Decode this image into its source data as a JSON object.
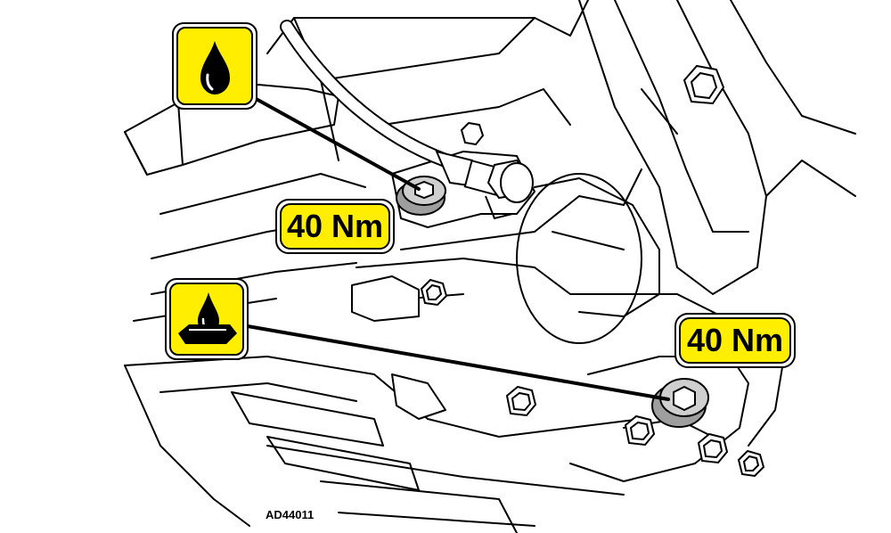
{
  "figure": {
    "reference_code": "AD44011"
  },
  "callouts": [
    {
      "id": "fill-plug",
      "icon": "oil-drop-icon",
      "torque_label": "40 Nm"
    },
    {
      "id": "drain-plug",
      "icon": "oil-drain-pan-icon",
      "torque_label": "40 Nm"
    }
  ],
  "colors": {
    "badge_fill": "#ffee00",
    "outline": "#000000",
    "plug_fill": "#bdbdbd",
    "background": "#ffffff"
  }
}
